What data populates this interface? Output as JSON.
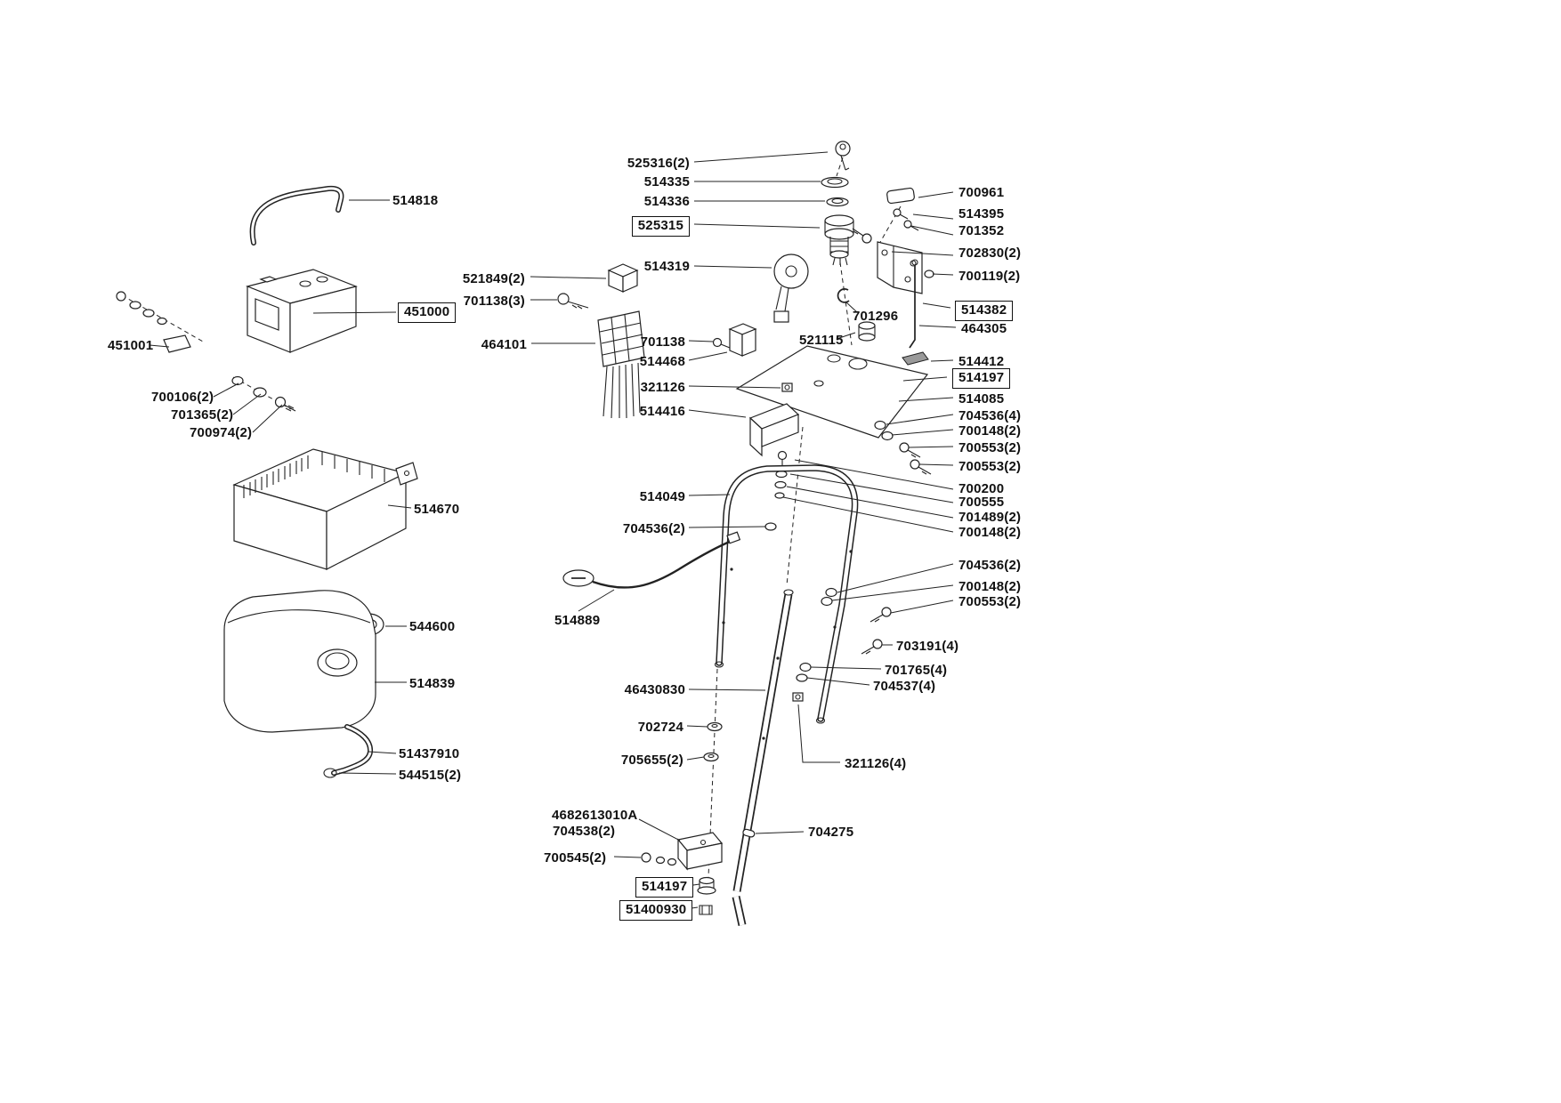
{
  "colors": {
    "line": "#222222",
    "background": "#ffffff",
    "label_text": "#111111"
  },
  "parts": {
    "p514818": "514818",
    "p451000": "451000",
    "p451001": "451001",
    "p700106": "700106(2)",
    "p701365": "701365(2)",
    "p700974": "700974(2)",
    "p514670": "514670",
    "p544600": "544600",
    "p514839": "514839",
    "p51437910": "51437910",
    "p544515": "544515(2)",
    "p525316": "525316(2)",
    "p514335": "514335",
    "p514336": "514336",
    "p525315": "525315",
    "p514319": "514319",
    "p521849": "521849(2)",
    "p701138_3": "701138(3)",
    "p464101": "464101",
    "p701138": "701138",
    "p514468": "514468",
    "p321126": "321126",
    "p514416": "514416",
    "p700961": "700961",
    "p514395": "514395",
    "p701352": "701352",
    "p702830": "702830(2)",
    "p700119": "700119(2)",
    "p514382": "514382",
    "p464305": "464305",
    "p701296": "701296",
    "p521115": "521115",
    "p514412": "514412",
    "p514197_r": "514197",
    "p514085": "514085",
    "p704536_4": "704536(4)",
    "p700148_a": "700148(2)",
    "p700553_a": "700553(2)",
    "p700553_b": "700553(2)",
    "p700200": "700200",
    "p700555": "700555",
    "p701489": "701489(2)",
    "p700148_b": "700148(2)",
    "p514049": "514049",
    "p704536_2a": "704536(2)",
    "p704536_2b": "704536(2)",
    "p700148_c": "700148(2)",
    "p700553_c": "700553(2)",
    "p514889": "514889",
    "p703191": "703191(4)",
    "p701765": "701765(4)",
    "p704537": "704537(4)",
    "p46430830": "46430830",
    "p702724": "702724",
    "p705655": "705655(2)",
    "p321126_4": "321126(4)",
    "p4682613010A": "4682613010A",
    "p704538": "704538(2)",
    "p700545": "700545(2)",
    "p514197_b": "514197",
    "p51400930": "51400930",
    "p704275": "704275"
  }
}
